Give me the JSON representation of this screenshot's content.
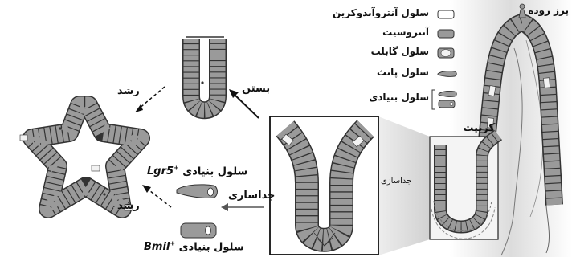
{
  "legend": {
    "items": [
      {
        "label": "سلول آنتروآندوکرین",
        "icon": "enteroendocrine-cell-icon"
      },
      {
        "label": "آنتروسیت",
        "icon": "enterocyte-icon"
      },
      {
        "label": "سلول گابلت",
        "icon": "goblet-cell-icon"
      },
      {
        "label": "سلول پانث",
        "icon": "paneth-cell-icon"
      },
      {
        "label": "سلول بنیادی",
        "icon": "stem-cell-icon"
      }
    ]
  },
  "labels": {
    "villus": "پرز روده",
    "crypt": "کریپت",
    "isolation_small": "جداسازی",
    "isolation": "جداسازی",
    "closing": "بستن",
    "growth_top": "رشد",
    "growth_bottom": "رشد",
    "lgr5_name": "Lgr5",
    "lgr5_sup": "+",
    "lgr5_text": "سلول بنیادی",
    "bmi1_name": "Bmil",
    "bmi1_sup": "+",
    "bmi1_text": "سلول بنیادی"
  },
  "colors": {
    "cell_fill": "#9a9a9a",
    "cell_stroke": "#333333",
    "light_cell": "#f2f2f2",
    "background_shade": "#e4e4e4"
  }
}
